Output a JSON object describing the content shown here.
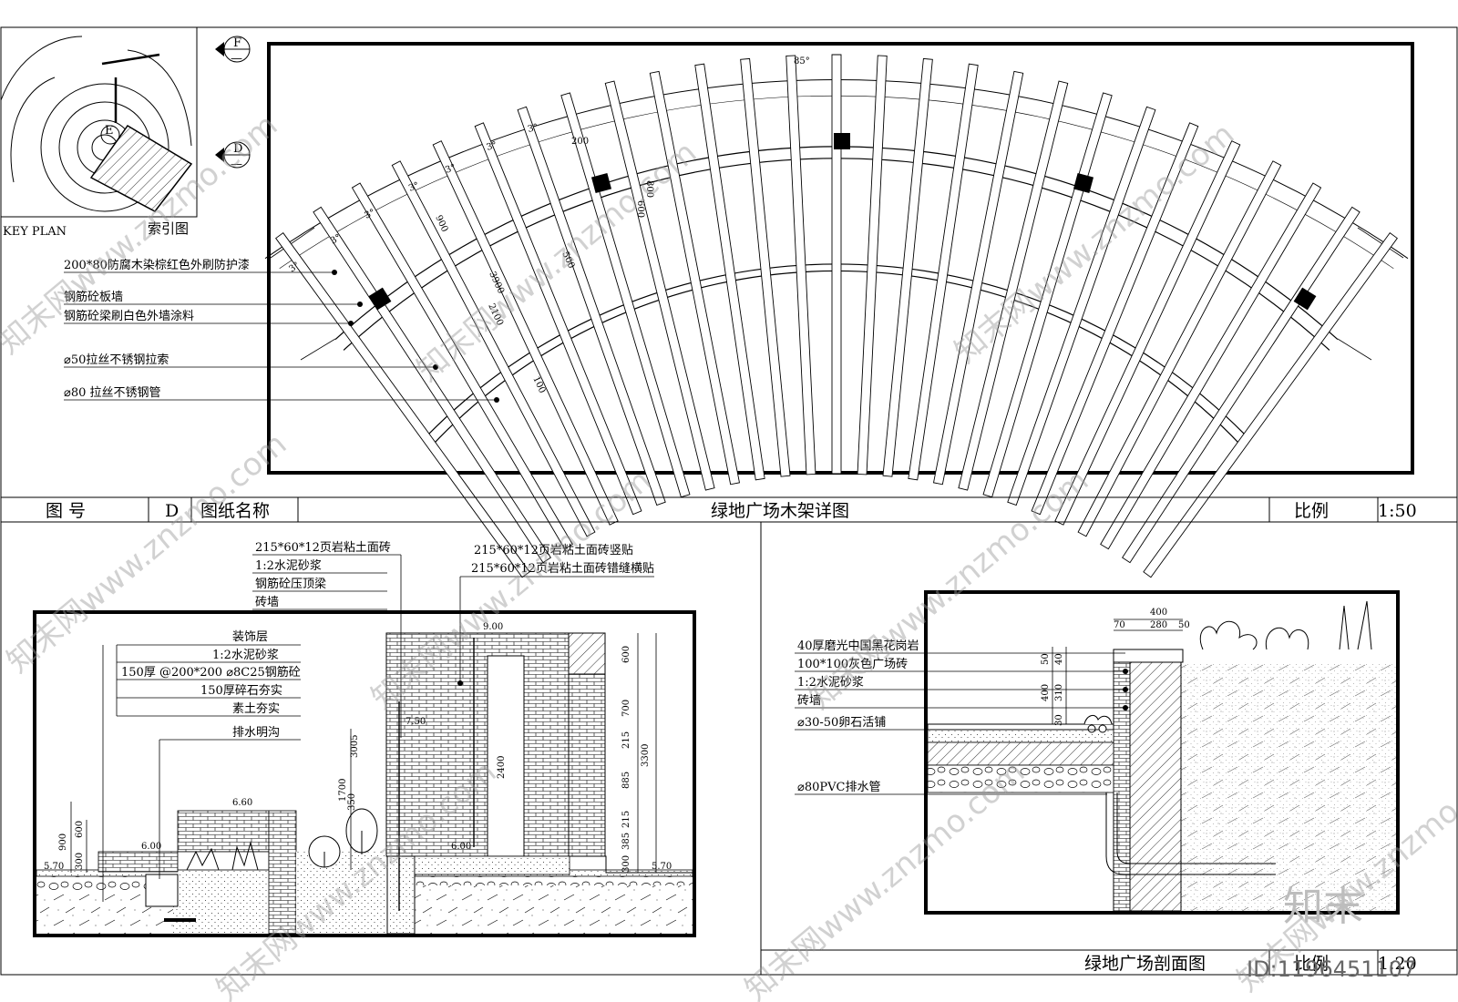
{
  "key_plan": {
    "label_en": "KEY PLAN",
    "label_cn": "索引图",
    "markers": [
      {
        "letter": "F",
        "sub": "—"
      },
      {
        "letter": "E",
        "sub": "—"
      },
      {
        "letter": "D",
        "sub": "—"
      }
    ]
  },
  "plan_notes": [
    "200*80防腐木染棕红色外刷防护漆",
    "钢筋砼板墙",
    "钢筋砼梁刷白色外墙涂料",
    "⌀50拉丝不锈钢拉索",
    "⌀80 拉丝不锈钢管"
  ],
  "plan_dims": {
    "angle": "85°",
    "spacing": [
      "3°",
      "3°",
      "3°",
      "3°",
      "3°",
      "3°",
      "3°",
      "3°"
    ],
    "post_w": "200",
    "post_d1": "600",
    "post_d2": "800",
    "d900": "900",
    "d500": "500",
    "d3900": "3900",
    "d2100": "2100",
    "d100": "100"
  },
  "title_bar": {
    "drawing_no_label": "图    号",
    "drawing_no": "D",
    "name_label": "图纸名称",
    "name": "绿地广场木架详图",
    "scale_label": "比例",
    "scale": "1:50"
  },
  "section_left": {
    "notes_top": [
      "215*60*12页岩粘土面砖",
      "1:2水泥砂浆",
      "钢筋砼压顶梁",
      "砖墙"
    ],
    "notes_right": [
      "215*60*12页岩粘土面砖竖贴",
      "215*60*12页岩粘土面砖错缝横贴"
    ],
    "notes_layers": [
      "装饰层",
      "1:2水泥砂浆",
      "150厚 @200*200 ⌀8C25钢筋砼",
      "150厚碎石夯实",
      "素土夯实",
      "排水明沟"
    ],
    "levels": [
      "9.00",
      "7.50",
      "6.60",
      "6.00",
      "6.00",
      "5.70",
      "5.70"
    ],
    "dims_right": [
      "600",
      "700",
      "215",
      "885",
      "215",
      "385",
      "300",
      "3300"
    ],
    "dims_left": [
      "900",
      "600",
      "300",
      "1700",
      "350",
      "3005",
      "2400"
    ]
  },
  "section_right": {
    "notes": [
      "40厚磨光中国黑花岗岩",
      "100*100灰色广场砖",
      "1:2水泥砂浆",
      "砖墙",
      "⌀30-50卵石活铺",
      "⌀80PVC排水管"
    ],
    "dims_top": [
      "400",
      "280",
      "50",
      "70"
    ],
    "dims_side": [
      "400",
      "310",
      "40",
      "50",
      "30"
    ]
  },
  "footer": {
    "title": "绿地广场剖面图",
    "scale_label": "比例",
    "scale": "1:20"
  },
  "watermark": {
    "text": "知末网www.znzmo.com",
    "brand": "知末",
    "id": "ID:1196451107"
  }
}
